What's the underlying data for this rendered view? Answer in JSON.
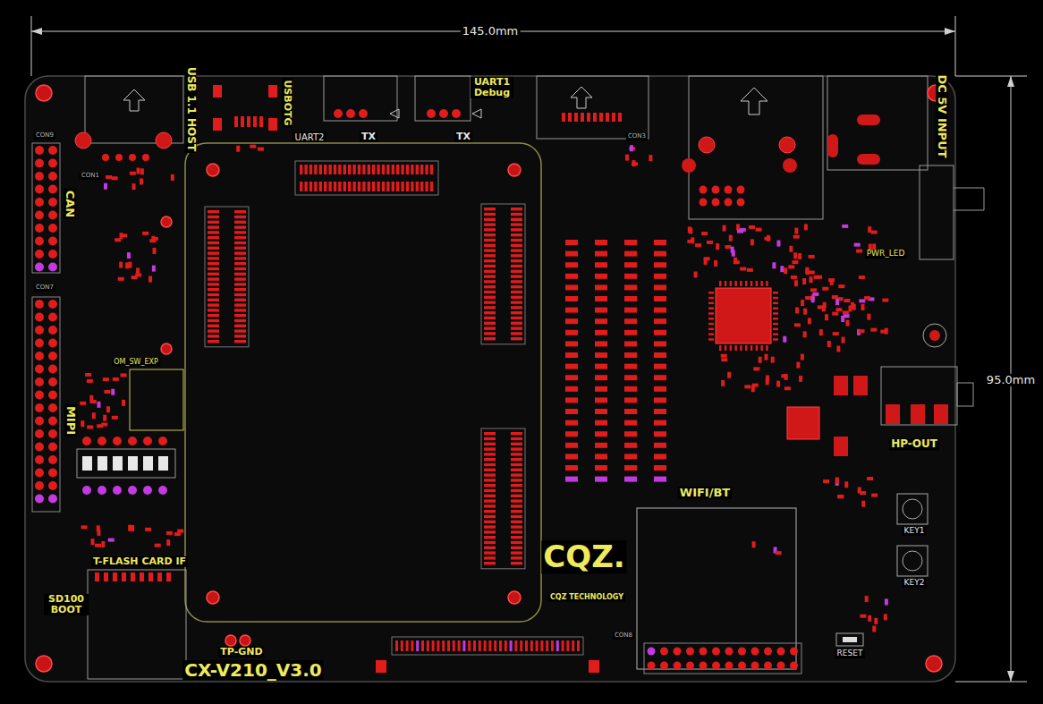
{
  "diagram": {
    "labels": [
      "145.0mm",
      "95.0mm",
      "USB 1.1 HOST",
      "USBOTG",
      "UART2",
      "TX",
      "UART1 Debug",
      "TX",
      "DC 5V INPUT",
      "CAN",
      "MIPI",
      "OM_SW_EXP",
      "PWR_LED",
      "HP-OUT",
      "WIFI/BT",
      "KEY1",
      "KEY2",
      "RESET",
      "T-FLASH CARD IF",
      "SD100 BOOT",
      "TP-GND",
      "CX-V210_V3.0",
      "CQZ.",
      "CQZ TECHNOLOGY",
      "CON9",
      "CON7",
      "CON1",
      "CON3",
      "CON8"
    ]
  }
}
